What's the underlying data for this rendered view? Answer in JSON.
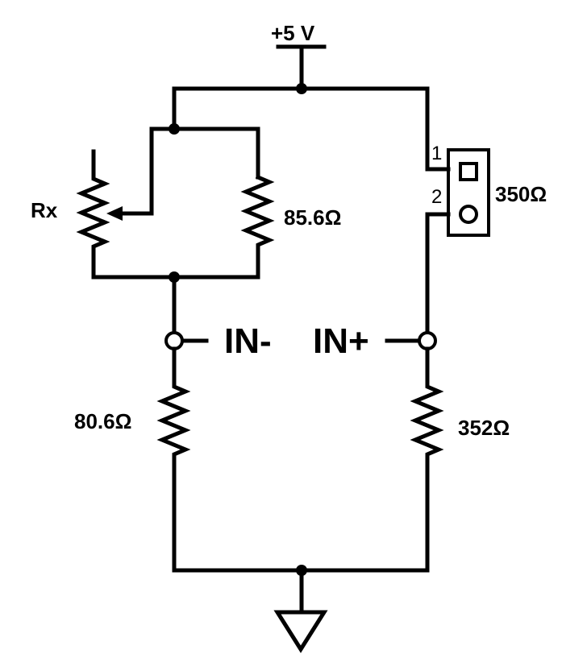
{
  "supply": {
    "label": "+5 V"
  },
  "components": {
    "rx": {
      "label": "Rx"
    },
    "r_parallel": {
      "label": "85.6Ω"
    },
    "r_lower_left": {
      "label": "80.6Ω"
    },
    "r_lower_right": {
      "label": "352Ω"
    },
    "connector": {
      "label": "350Ω",
      "pin1": "1",
      "pin2": "2"
    }
  },
  "terminals": {
    "in_minus": {
      "label": "IN-"
    },
    "in_plus": {
      "label": "IN+"
    }
  },
  "ground": {
    "icon": "ground-icon"
  }
}
